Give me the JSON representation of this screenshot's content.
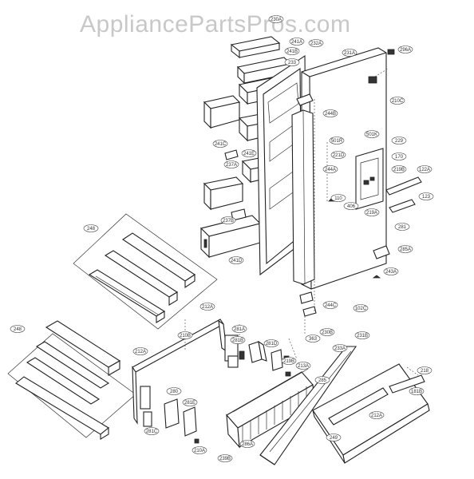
{
  "watermark": "AppliancePartsPros.com",
  "callouts": [
    {
      "id": "c230A",
      "text": "230A"
    },
    {
      "id": "c241A",
      "text": "241A"
    },
    {
      "id": "c241B",
      "text": "241B"
    },
    {
      "id": "c232",
      "text": "232A"
    },
    {
      "id": "c233",
      "text": "233"
    },
    {
      "id": "c231A",
      "text": "231A"
    },
    {
      "id": "c296A",
      "text": "296A"
    },
    {
      "id": "c210C",
      "text": "210C"
    },
    {
      "id": "c244B",
      "text": "244B"
    },
    {
      "id": "c501R",
      "text": "501R"
    },
    {
      "id": "c501K",
      "text": "501K"
    },
    {
      "id": "c221D",
      "text": "221D"
    },
    {
      "id": "c229",
      "text": "229"
    },
    {
      "id": "c241C",
      "text": "241C"
    },
    {
      "id": "c241E",
      "text": "241E"
    },
    {
      "id": "c237A",
      "text": "237A"
    },
    {
      "id": "c244A",
      "text": "244A"
    },
    {
      "id": "c170",
      "text": "170"
    },
    {
      "id": "c219B",
      "text": "219B"
    },
    {
      "id": "c122A",
      "text": "122A"
    },
    {
      "id": "c110",
      "text": "110"
    },
    {
      "id": "c406",
      "text": "406"
    },
    {
      "id": "c219A",
      "text": "219A"
    },
    {
      "id": "c123",
      "text": "123"
    },
    {
      "id": "c237B",
      "text": "237B"
    },
    {
      "id": "c241D",
      "text": "241D"
    },
    {
      "id": "c281",
      "text": "281"
    },
    {
      "id": "c285A",
      "text": "285A"
    },
    {
      "id": "c243A",
      "text": "243A"
    },
    {
      "id": "c248",
      "text": "248"
    },
    {
      "id": "c244C",
      "text": "244C"
    },
    {
      "id": "c102C",
      "text": "102C"
    },
    {
      "id": "c363",
      "text": "363"
    },
    {
      "id": "c248B",
      "text": "248"
    },
    {
      "id": "c212A",
      "text": "212A"
    },
    {
      "id": "c210B",
      "text": "210B"
    },
    {
      "id": "c281A",
      "text": "281A"
    },
    {
      "id": "c281B",
      "text": "281B"
    },
    {
      "id": "c281D",
      "text": "281D"
    },
    {
      "id": "c219B2",
      "text": "219B"
    },
    {
      "id": "c230B",
      "text": "230B"
    },
    {
      "id": "c231B",
      "text": "231B"
    },
    {
      "id": "c233A",
      "text": "233A"
    },
    {
      "id": "c212A2",
      "text": "212A"
    },
    {
      "id": "c280",
      "text": "280"
    },
    {
      "id": "c281E",
      "text": "281E"
    },
    {
      "id": "c281C",
      "text": "281C"
    },
    {
      "id": "c210A",
      "text": "210A"
    },
    {
      "id": "c213A",
      "text": "213A"
    },
    {
      "id": "c212",
      "text": "212A"
    },
    {
      "id": "c249",
      "text": "249"
    },
    {
      "id": "c286A",
      "text": "286A"
    },
    {
      "id": "c239B",
      "text": "239B"
    },
    {
      "id": "c218",
      "text": "218"
    },
    {
      "id": "c285",
      "text": "285"
    },
    {
      "id": "c181",
      "text": "181B"
    }
  ]
}
